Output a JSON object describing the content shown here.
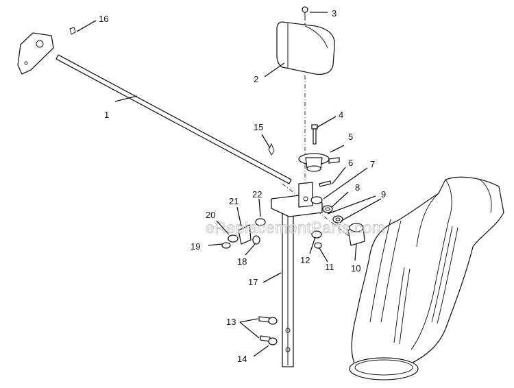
{
  "watermark": "eReplacementParts.com",
  "callouts": [
    {
      "id": "c1",
      "label": "1"
    },
    {
      "id": "c2",
      "label": "2"
    },
    {
      "id": "c3",
      "label": "3"
    },
    {
      "id": "c4",
      "label": "4"
    },
    {
      "id": "c5",
      "label": "5"
    },
    {
      "id": "c6",
      "label": "6"
    },
    {
      "id": "c7",
      "label": "7"
    },
    {
      "id": "c8",
      "label": "8"
    },
    {
      "id": "c9",
      "label": "9"
    },
    {
      "id": "c10",
      "label": "10"
    },
    {
      "id": "c11",
      "label": "11"
    },
    {
      "id": "c12",
      "label": "12"
    },
    {
      "id": "c13",
      "label": "13"
    },
    {
      "id": "c14",
      "label": "14"
    },
    {
      "id": "c15",
      "label": "15"
    },
    {
      "id": "c16",
      "label": "16"
    },
    {
      "id": "c17",
      "label": "17"
    },
    {
      "id": "c18",
      "label": "18"
    },
    {
      "id": "c19",
      "label": "19"
    },
    {
      "id": "c20",
      "label": "20"
    },
    {
      "id": "c21",
      "label": "21"
    },
    {
      "id": "c22",
      "label": "22"
    }
  ]
}
